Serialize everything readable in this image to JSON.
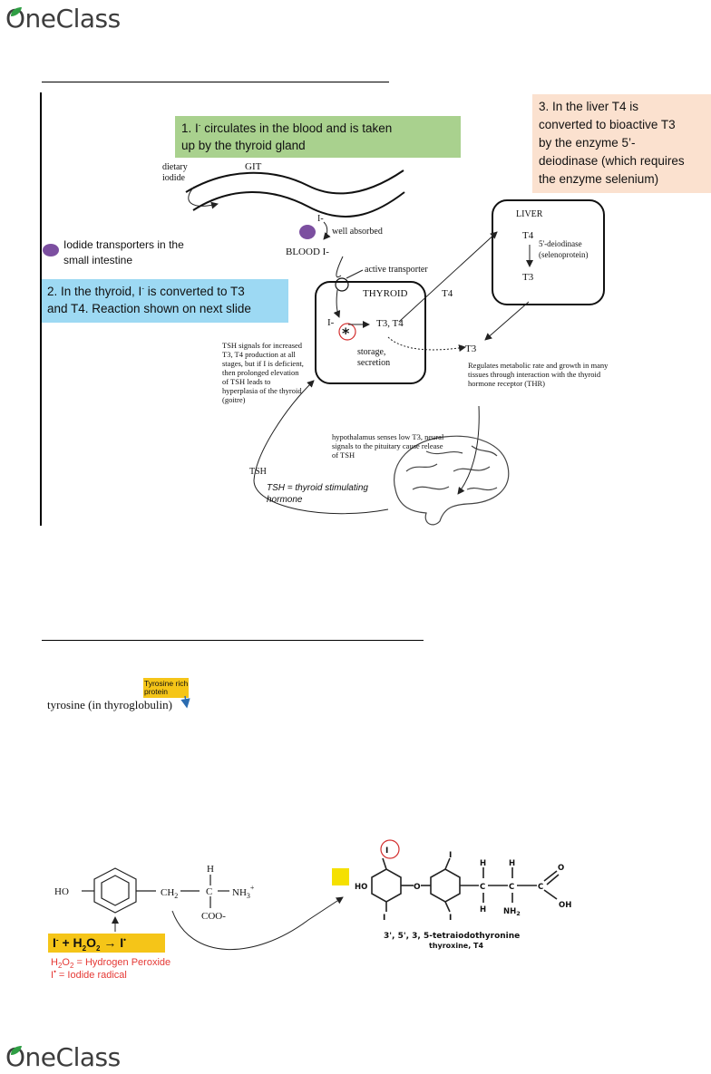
{
  "logo": {
    "text": "OneClass"
  },
  "slide1": {
    "box1": {
      "line1a": "1. I",
      "line1sup": "-",
      "line1b": " circulates in the blood and is taken",
      "line2": "up by the thyroid gland"
    },
    "box2": {
      "line1a": "2. In the thyroid, I",
      "line1sup": "-",
      "line1b": " is converted to T3",
      "line2": "and T4.  Reaction shown on next slide"
    },
    "box3": {
      "line1": "3. In the liver T4 is",
      "line2": "converted to bioactive T3",
      "line3": "by the enzyme 5’-",
      "line4": "deiodinase (which requires",
      "line5": "the enzyme selenium)"
    },
    "transporter_label": {
      "line1": "Iodide transporters in the",
      "line2": "small intestine"
    },
    "labels": {
      "dietary": "dietary",
      "iodide": "iodide",
      "git": "GIT",
      "i_minus_git": "I-",
      "well_absorbed": "well absorbed",
      "blood": "BLOOD  I-",
      "active_transporter": "active transporter",
      "thyroid": "THYROID",
      "i_minus_thyroid": "I-",
      "t3t4": "T3, T4",
      "storage": "storage,",
      "secretion": "secretion",
      "t4_out": "T4",
      "liver": "LIVER",
      "liver_t4": "T4",
      "liver_t3": "T3",
      "deiodinase1": "5'-deiodinase",
      "deiodinase2": "(selenoprotein)",
      "t3_out": "T3",
      "regulates": "Regulates metabolic rate and growth in many tissues through interaction with the thyroid hormone receptor (THR)",
      "tsh_signals": "TSH signals for increased T3, T4 production at all stages, but if I is deficient, then prolonged elevation of TSH leads to hyperplasia of the thyroid (goitre)",
      "hypothalamus": "hypothalamus senses low T3, neural signals to the pituitary cause release of TSH",
      "tsh": "TSH",
      "tsh_def1": "TSH = thyroid stimulating",
      "tsh_def2": "hormone"
    }
  },
  "slide2": {
    "tyrosine_rich1": "Tyrosine rich",
    "tyrosine_rich2": "protein",
    "tyrosine": "tyrosine (in thyroglobulin)",
    "ho": "HO",
    "h": "H",
    "ch2_c": "CH",
    "ch2_sub": "2",
    "c_label": "C",
    "nh3": "NH",
    "nh3_sub": "3",
    "nh3_sup": "+",
    "coo": "COO-",
    "reaction": {
      "a": "I",
      "a_sup": "-",
      "b": " + H",
      "b_sub": "2",
      "c": "O",
      "c_sub": "2",
      "d": " → I",
      "d_sup": "•"
    },
    "legend1a": "H",
    "legend1_sub1": "2",
    "legend1b": "O",
    "legend1_sub2": "2",
    "legend1c": " = Hydrogen Peroxide",
    "legend2a": "I",
    "legend2_sup": "•",
    "legend2b": " = Iodide radical",
    "t4": {
      "ho": "HO",
      "i": "I",
      "o": "O",
      "h": "H",
      "c": "C",
      "nh2": "NH",
      "nh2_sub": "2",
      "oh": "OH",
      "name1": "3', 5', 3, 5-tetraiodothyronine",
      "name2": "thyroxine, T4"
    }
  }
}
